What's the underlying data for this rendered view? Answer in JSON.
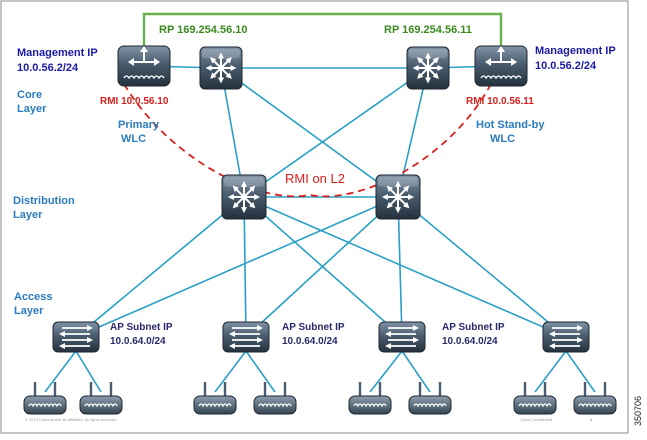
{
  "management": {
    "left": {
      "title": "Management IP",
      "ip": "10.0.56.2/24"
    },
    "right": {
      "title": "Management IP",
      "ip": "10.0.56.2/24"
    }
  },
  "rp": {
    "left": "RP 169.254.56.10",
    "right": "RP 169.254.56.11"
  },
  "rmi": {
    "left": "RMI 10.0.56.10",
    "right": "RMI 10.0.56.11",
    "l2": "RMI on L2"
  },
  "layers": {
    "core": [
      "Core",
      "Layer"
    ],
    "distribution": [
      "Distribution",
      "Layer"
    ],
    "access": [
      "Access",
      "Layer"
    ]
  },
  "wlc": {
    "primary": [
      "Primary",
      "WLC"
    ],
    "standby": [
      "Hot Stand-by",
      "WLC"
    ]
  },
  "ap_subnets": [
    {
      "title": "AP Subnet IP",
      "ip": "10.0.64.0/24"
    },
    {
      "title": "AP Subnet IP",
      "ip": "10.0.64.0/24"
    },
    {
      "title": "AP Subnet IP",
      "ip": "10.0.64.0/24"
    }
  ],
  "figure_number": "350706",
  "footer": {
    "copyright": "© 2013 Cisco and/or its affiliates. All rights reserved.",
    "confidential": "Cisco Confidential",
    "page": "8"
  },
  "colors": {
    "link": "#2aa0c8",
    "rp_link": "#6ab04c",
    "rmi_link": "#d8201e",
    "device_dark": "#2f3e4c",
    "device_light": "#6d8294"
  }
}
